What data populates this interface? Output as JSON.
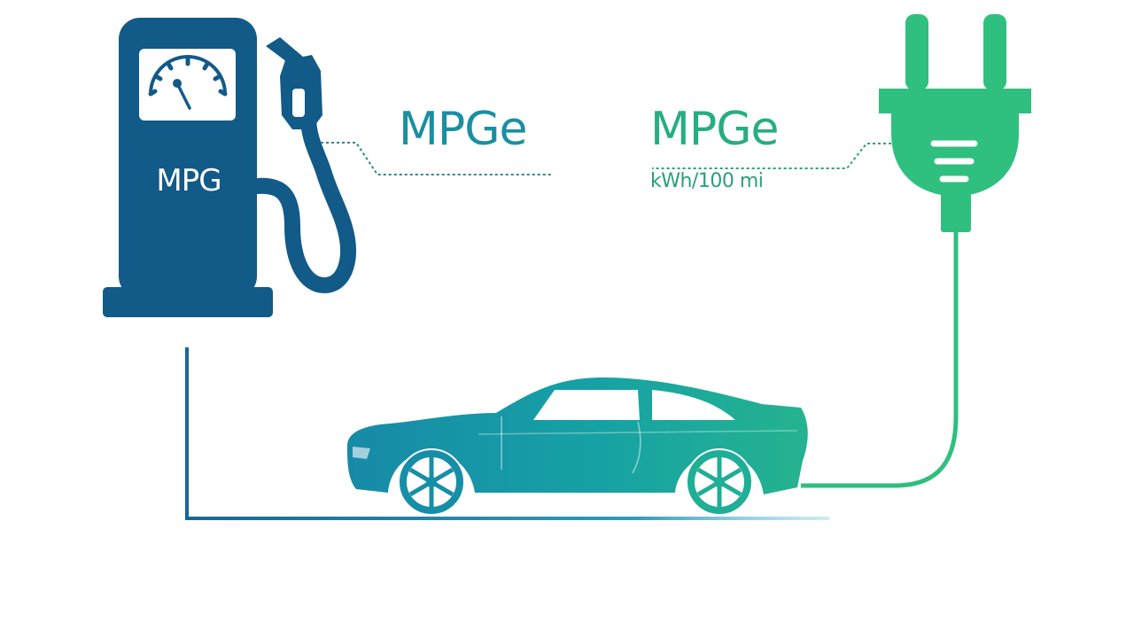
{
  "labels": {
    "pump": "MPG",
    "mpge_left": "MPGe",
    "mpge_right": "MPGe",
    "unit": "kWh/100 mi"
  },
  "colors": {
    "pump_navy": "#125a88",
    "line_blue": "#17669a",
    "teal": "#1a8fa2",
    "car_teal": "#169ca6",
    "green": "#2fbf7e",
    "dotted": "#2c8a86",
    "background": "#ffffff"
  },
  "icons": {
    "pump": "fuel-pump-icon",
    "gauge": "gauge-icon",
    "nozzle": "fuel-nozzle-icon",
    "plug": "electric-plug-icon",
    "car": "electric-car-icon"
  }
}
